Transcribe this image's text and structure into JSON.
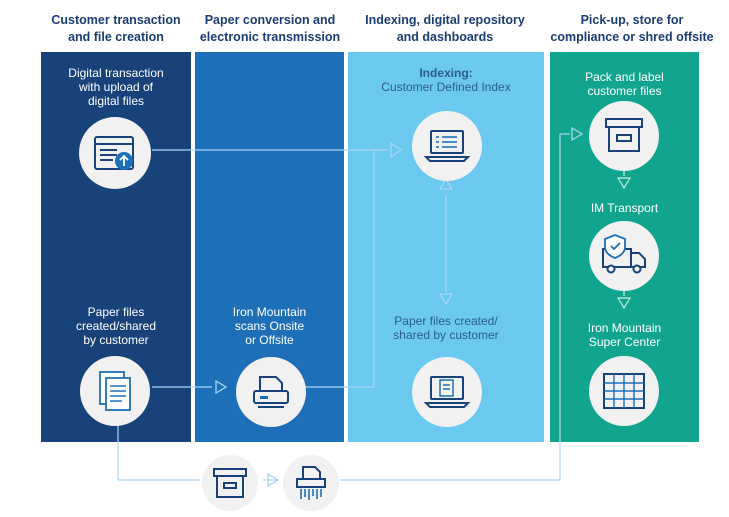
{
  "headers": {
    "col1": [
      "Customer transaction",
      "and file creation"
    ],
    "col2": [
      "Paper conversion and",
      "electronic transmission"
    ],
    "col3": [
      "Indexing, digital repository",
      "and dashboards"
    ],
    "col4": [
      "Pick-up, store for",
      "compliance or shred offsite"
    ]
  },
  "col1": {
    "top_label": [
      "Digital transaction",
      "with upload of",
      "digital files"
    ],
    "bottom_label": [
      "Paper files",
      "created/shared",
      "by customer"
    ]
  },
  "col2": {
    "label": [
      "Iron Mountain",
      "scans Onsite",
      "or Offsite"
    ]
  },
  "col3": {
    "index_title": "Indexing:",
    "index_sub": "Customer Defined Index",
    "paper_label": [
      "Paper files created/",
      "shared by customer"
    ]
  },
  "col4": {
    "pack_label": [
      "Pack and label",
      "customer files"
    ],
    "transport_label": "IM Transport",
    "center_label": [
      "Iron Mountain",
      "Super Center"
    ]
  },
  "colors": {
    "col1": "#17427a",
    "col2": "#1d70b8",
    "col3": "#6bc9f0",
    "col4": "#12a58e",
    "header_text": "#1a3e73",
    "line": "#9ecff0"
  },
  "icons": [
    "upload-window-icon",
    "paper-files-icon",
    "scanner-icon",
    "index-laptop-icon",
    "document-laptop-icon",
    "storage-box-icon",
    "transport-truck-icon",
    "super-center-building-icon",
    "shred-box-icon",
    "shredder-icon"
  ]
}
